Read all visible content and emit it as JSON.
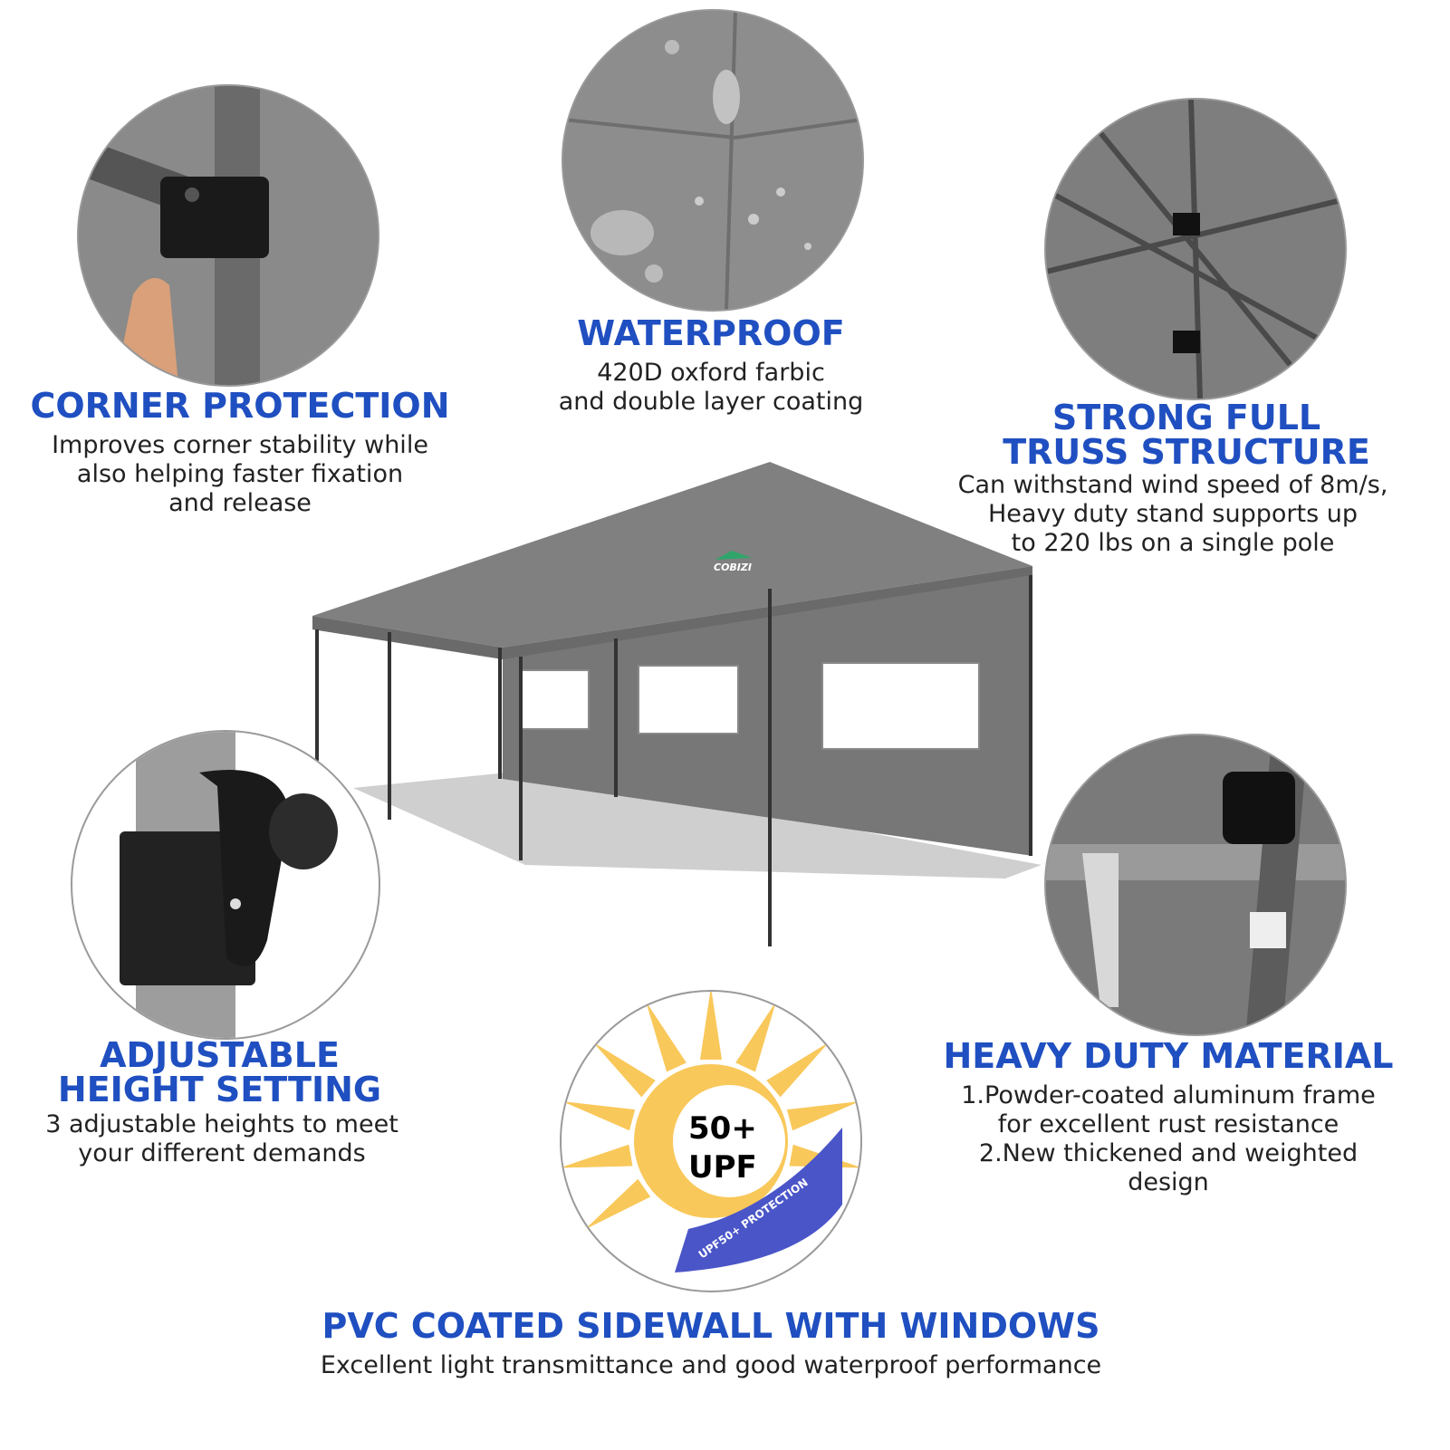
{
  "features": {
    "corner": {
      "title": "CORNER PROTECTION",
      "lines": [
        "Improves corner stability while",
        "also helping faster fixation",
        "and release"
      ]
    },
    "waterproof": {
      "title": "WATERPROOF",
      "lines": [
        "420D oxford farbic",
        "and double layer coating"
      ]
    },
    "truss": {
      "title_lines": [
        "STRONG FULL",
        "TRUSS STRUCTURE"
      ],
      "lines": [
        "Can withstand wind speed of 8m/s,",
        "Heavy duty stand supports up",
        "to 220 lbs on a single pole"
      ]
    },
    "adjustable": {
      "title_lines": [
        "ADJUSTABLE",
        "HEIGHT SETTING"
      ],
      "lines": [
        "3 adjustable heights to meet",
        "your different demands"
      ]
    },
    "heavy": {
      "title": "HEAVY DUTY MATERIAL",
      "lines": [
        "1.Powder-coated aluminum frame",
        "for excellent rust resistance",
        "2.New thickened and weighted",
        "design"
      ]
    },
    "sidewall": {
      "title": "PVC COATED SIDEWALL WITH WINDOWS",
      "lines": [
        "Excellent light transmittance and good waterproof performance"
      ]
    }
  },
  "badge": {
    "top": "50+",
    "bottom": "UPF",
    "ribbon": "UPF50+ PROTECTION"
  },
  "brand": "COBIZI",
  "colors": {
    "heading": "#1f4fc0",
    "canopy": "#7d7d7d",
    "sun": "#f9c85a",
    "ribbon": "#4a55c8"
  }
}
